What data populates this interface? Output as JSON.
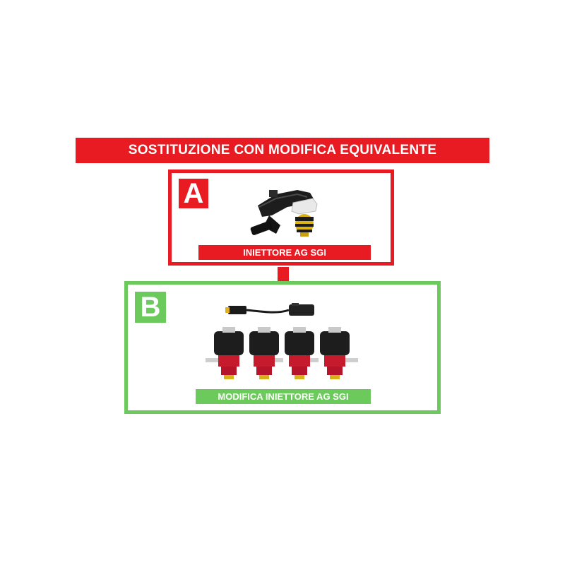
{
  "title": "SOSTITUZIONE CON MODIFICA EQUIVALENTE",
  "box_a": {
    "letter": "A",
    "label": "INIETTORE AG SGI",
    "image": "single-injector-photo"
  },
  "box_b": {
    "letter": "B",
    "label": "MODIFICA INIETTORE AG SGI",
    "image": "injector-rail-photo"
  },
  "colors": {
    "red": "#e81b23",
    "green": "#6cc95c"
  }
}
